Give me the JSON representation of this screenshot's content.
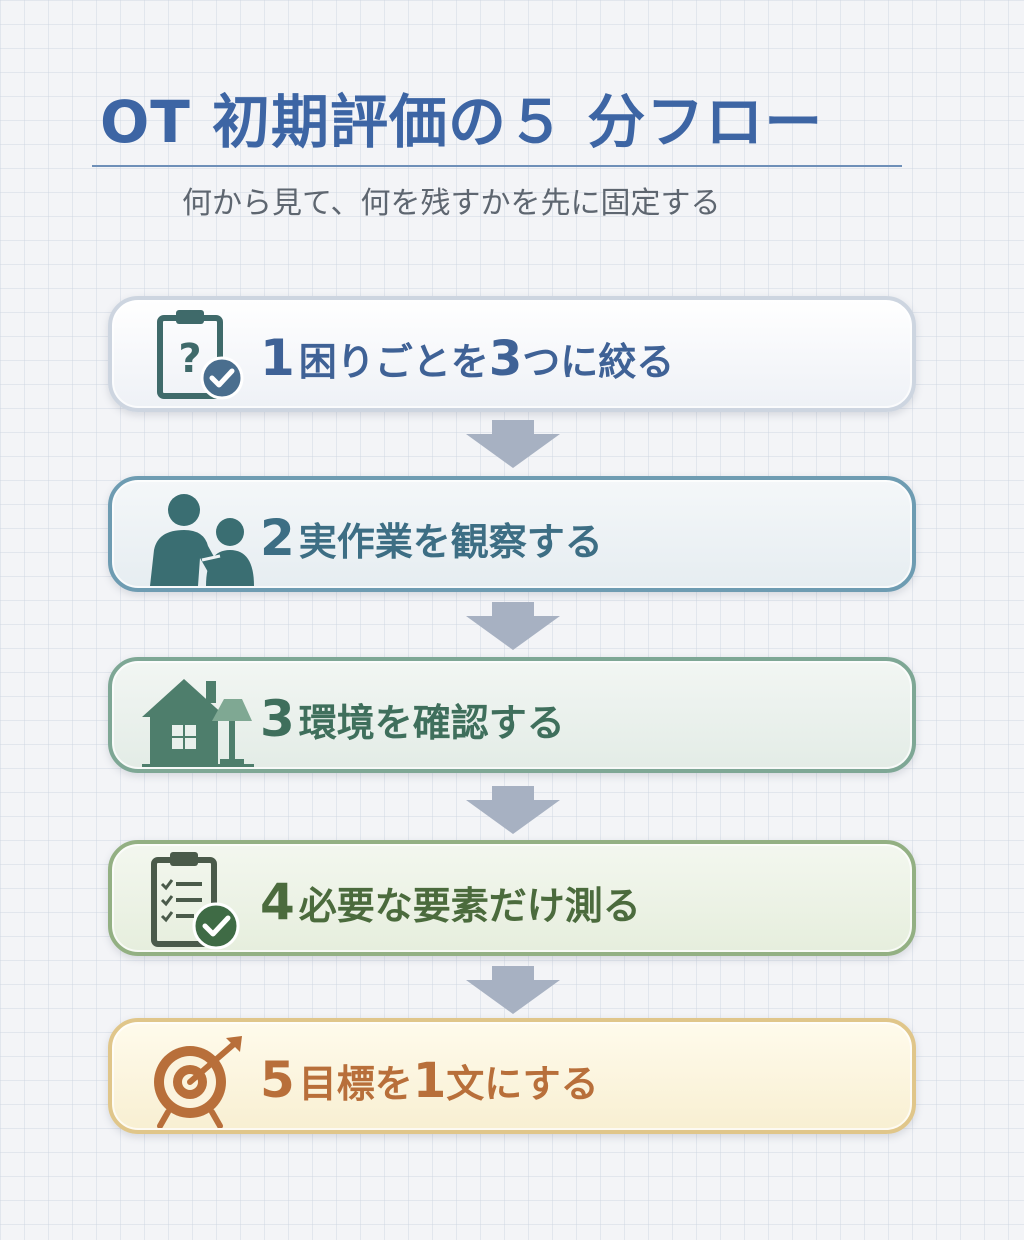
{
  "header": {
    "title": "OT 初期評価の５ 分フロー",
    "subtitle": "何から見て、何を残すかを先に固定する"
  },
  "steps": [
    {
      "number": "1",
      "parts": [
        "困りごとを",
        "3",
        "つに絞る"
      ],
      "icon": "clipboard-question-icon",
      "color": "#3f6296"
    },
    {
      "number": "2",
      "parts": [
        "実作業を観察する"
      ],
      "icon": "people-observe-icon",
      "color": "#3d6e84"
    },
    {
      "number": "3",
      "parts": [
        "環境を確認する"
      ],
      "icon": "house-lamp-icon",
      "color": "#3f6f5c"
    },
    {
      "number": "4",
      "parts": [
        "必要な要素だけ測る"
      ],
      "icon": "checklist-icon",
      "color": "#4b6b3d"
    },
    {
      "number": "5",
      "parts": [
        "目標を",
        "1",
        "文にする"
      ],
      "icon": "target-icon",
      "color": "#b86f3a"
    }
  ],
  "colors": {
    "title": "#3d65a4",
    "arrow": "#a7b1c2"
  }
}
